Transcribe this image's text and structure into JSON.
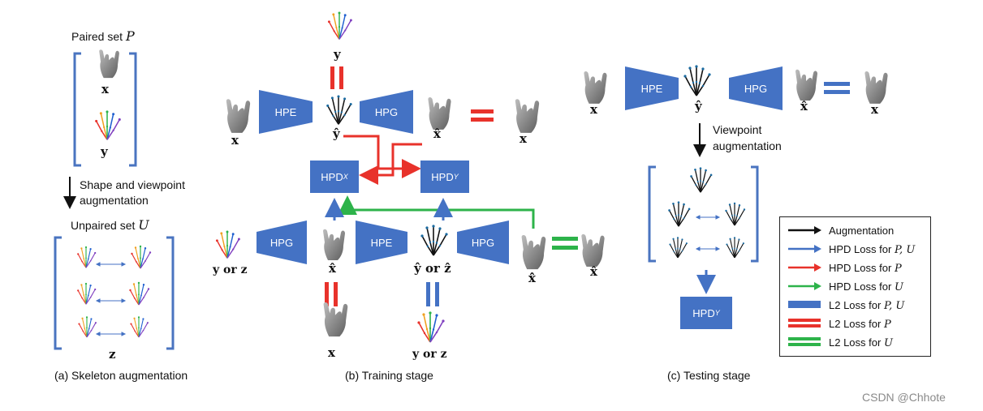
{
  "panel_a": {
    "paired_title": "Paired set",
    "paired_symbol": "P",
    "x_label": "x",
    "y_label": "y",
    "arrow_label_1": "Shape and viewpoint",
    "arrow_label_2": "augmentation",
    "unpaired_title": "Unpaired set",
    "unpaired_symbol": "U",
    "z_label": "z",
    "caption": "(a) Skeleton augmentation"
  },
  "panel_b": {
    "hpe_label": "HPE",
    "hpg_label": "HPG",
    "hpd_label": "HPD",
    "hpdx_sub": "X",
    "hpdy_sub": "Y",
    "top_y": "y",
    "x_left": "x",
    "y_hat": "ŷ",
    "x_hat": "x̂",
    "x_right": "x",
    "y_or_z_left": "y or z",
    "x_hat_mid": "x̂",
    "y_hat_or_z_hat": "ŷ or ẑ",
    "x_hat_hat": "x̂̂",
    "x_hat_right": "x̂",
    "x_bottom": "x",
    "y_or_z_bottom": "y or z",
    "caption": "(b) Training stage"
  },
  "panel_c": {
    "hpe_label": "HPE",
    "hpg_label": "HPG",
    "x_label": "x",
    "y_hat": "ŷ",
    "x_hat": "x̂",
    "x_right": "x",
    "aug_label_1": "Viewpoint",
    "aug_label_2": "augmentation",
    "hpd_label": "HPD",
    "hpdy_sub": "Y",
    "caption": "(c) Testing stage"
  },
  "legend": {
    "items": [
      {
        "label": "Augmentation",
        "sym": ""
      },
      {
        "label": "HPD Loss for",
        "sym": "P, U"
      },
      {
        "label": "HPD Loss for",
        "sym": "P"
      },
      {
        "label": "HPD Loss for",
        "sym": "U"
      },
      {
        "label": "L2 Loss for",
        "sym": "P, U"
      },
      {
        "label": "L2 Loss for",
        "sym": "P"
      },
      {
        "label": "L2 Loss for",
        "sym": "U"
      }
    ]
  },
  "watermark": "CSDN @Chhote",
  "colors": {
    "block_blue": "#4472c4",
    "red": "#e8322b",
    "green": "#2db34a",
    "bracket_blue": "#4a74c0",
    "hand_gray": "#8a8a8a"
  }
}
